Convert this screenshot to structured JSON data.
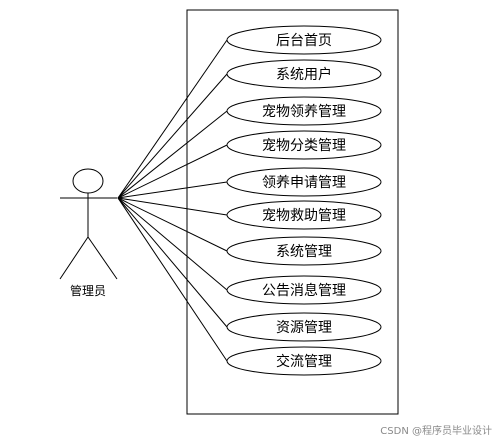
{
  "actor": {
    "label": "管理员"
  },
  "use_cases": [
    {
      "label": "后台首页"
    },
    {
      "label": "系统用户"
    },
    {
      "label": "宠物领养管理"
    },
    {
      "label": "宠物分类管理"
    },
    {
      "label": "领养申请管理"
    },
    {
      "label": "宠物救助管理"
    },
    {
      "label": "系统管理"
    },
    {
      "label": "公告消息管理"
    },
    {
      "label": "资源管理"
    },
    {
      "label": "交流管理"
    }
  ],
  "watermark": "CSDN @程序员毕业设计"
}
